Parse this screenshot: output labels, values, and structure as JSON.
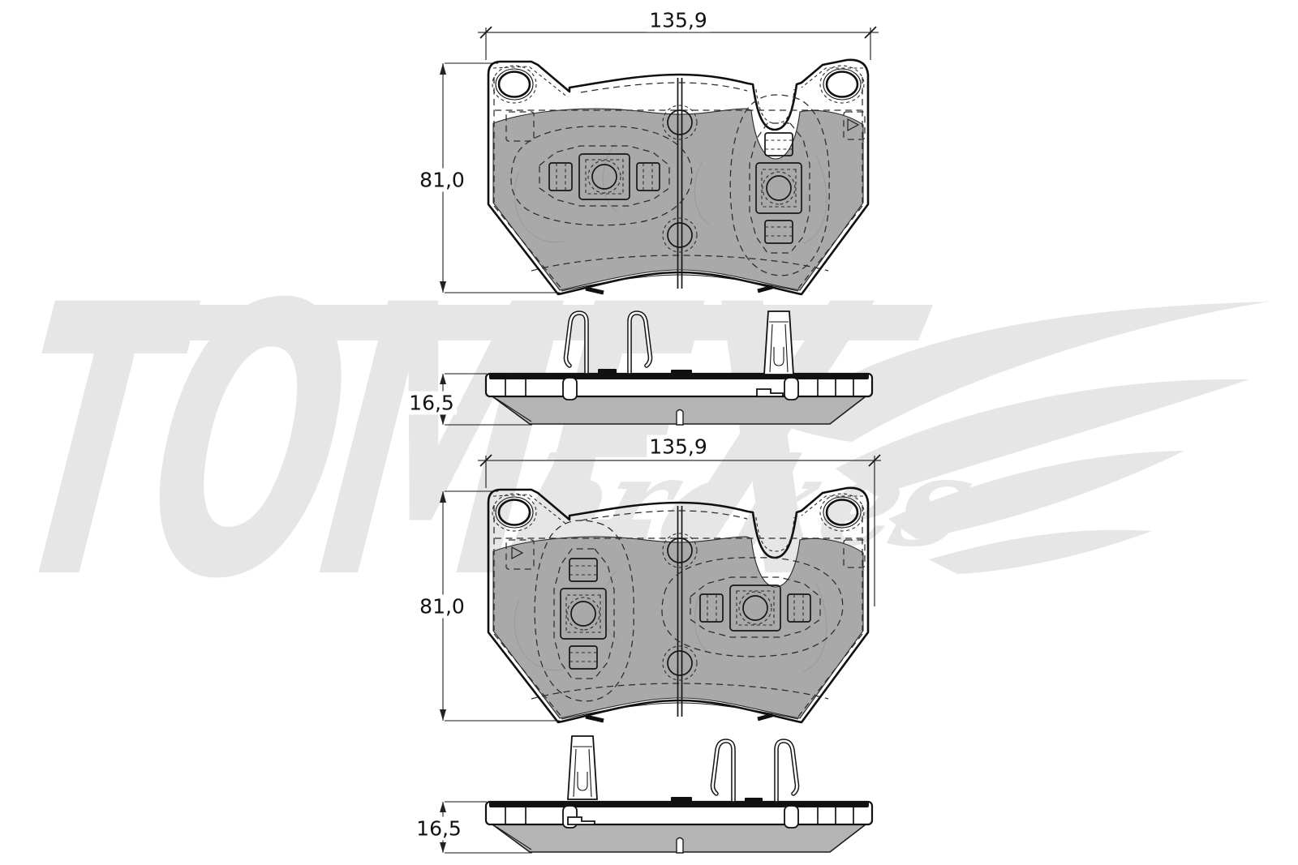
{
  "watermark": {
    "brand": "TOMEX",
    "tagline": "brakes"
  },
  "colors": {
    "background": "#ffffff",
    "line": "#111111",
    "friction_front": "#a9a9a9",
    "friction_side": "#b4b4b4",
    "watermark": "#e6e6e6"
  },
  "views": {
    "front_top": {
      "width": "135,9",
      "height": "81,0"
    },
    "side_top": {
      "thickness": "16,5"
    },
    "front_bottom": {
      "width": "135,9",
      "height": "81,0"
    },
    "side_bottom": {
      "thickness": "16,5"
    }
  }
}
